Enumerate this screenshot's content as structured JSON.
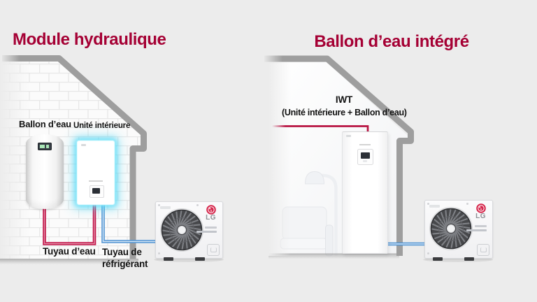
{
  "titles": {
    "left": "Module hydraulique",
    "right": "Ballon d’eau intégré"
  },
  "left_house": {
    "tank_label": "Ballon d’eau",
    "indoor_unit_label": "Unité intérieure",
    "water_pipe_label": "Tuyau d’eau",
    "refrigerant_pipe_label": {
      "line1": "Tuyau de",
      "line2": "réfrigérant"
    }
  },
  "right_house": {
    "unit_label": "IWT",
    "unit_sublabel": "(Unité intérieure + Ballon d’eau)"
  },
  "outdoor_unit": {
    "brand": "LG"
  },
  "colors": {
    "title_accent": "#a50034",
    "water_pipe": "#c2164a",
    "refrigerant_pipe": "#4f93d3",
    "indoor_unit_glow": "#48d6f6",
    "house_outline": "#9e9e9e",
    "lg_badge": "#d6294e",
    "label_text": "#121212",
    "background": "#ececec"
  }
}
